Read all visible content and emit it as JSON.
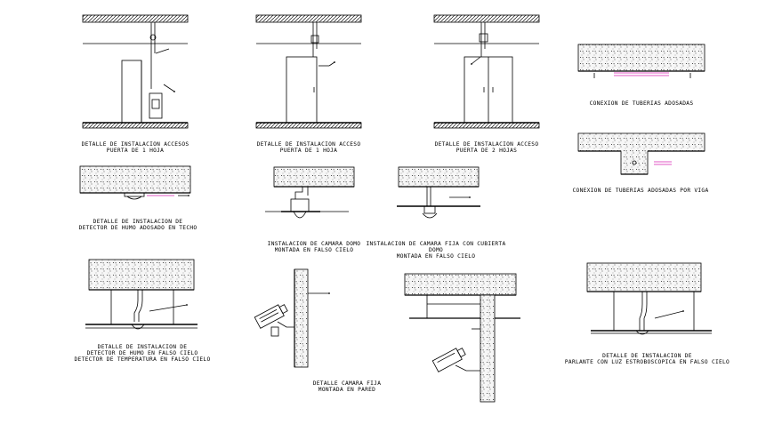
{
  "colors": {
    "ink": "#000000",
    "slab_fill": "#f4f4f4",
    "pipe": "#d61fb0",
    "hatch": "#333333"
  },
  "details": {
    "d1_title": "DETALLE DE INSTALACION ACCESOS\nPUERTA DE 1 HOJA",
    "d2_title": "DETALLE DE INSTALACION ACCESO\nPUERTA DE 1 HOJA",
    "d3_title": "DETALLE DE INSTALACION ACCESO\nPUERTA DE 2 HOJAS",
    "d4_title": "CONEXION DE TUBERIAS ADOSADAS",
    "d5_title": "CONEXION DE TUBERIAS ADOSADAS POR VIGA",
    "d6_title": "DETALLE DE INSTALACION DE\nDETECTOR DE HUMO ADOSADO EN TECHO",
    "d7_title": "INSTALACION DE CAMARA DOMO\nMONTADA EN FALSO CIELO",
    "d8_title": "INSTALACION DE CAMARA FIJA CON CUBIERTA DOMO\nMONTADA EN FALSO CIELO",
    "d9_title": "DETALLE DE INSTALACION DE\nDETECTOR DE HUMO EN FALSO CIELO\nDETECTOR DE TEMPERATURA EN FALSO CIELO",
    "d10_title": "DETALLE CAMARA FIJA\nMONTADA EN PARED",
    "d12_title": "DETALLE DE INSTALACION DE\nPARLANTE CON LUZ ESTROBOSCOPICA EN FALSO CIELO"
  }
}
